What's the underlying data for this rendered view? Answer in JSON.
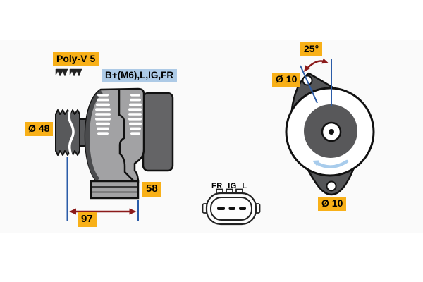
{
  "diagram_title": "alternator-technical-drawing",
  "side_view": {
    "belt_label": "Poly-V 5",
    "terminals_label": "B+(M6),L,IG,FR",
    "pulley_diameter_label": "Ø 48",
    "depth_dimension": "58",
    "length_dimension": "97"
  },
  "rear_view": {
    "angle_dimension": "25°",
    "top_hole_diameter_label": "Ø 10",
    "bottom_hole_diameter_label": "Ø 10"
  },
  "connector": {
    "pins_label": "FR IG L"
  },
  "colors": {
    "label_orange": "#f8b018",
    "label_blue": "#adcae6",
    "dim_blue": "#2b5ca8",
    "dim_red": "#8b1a1a",
    "rotation_blue": "#a8ccec",
    "body_gray": "#a2a2a4",
    "dark_gray": "#555658",
    "rear_gray": "#646466",
    "outline_black": "#111111"
  }
}
